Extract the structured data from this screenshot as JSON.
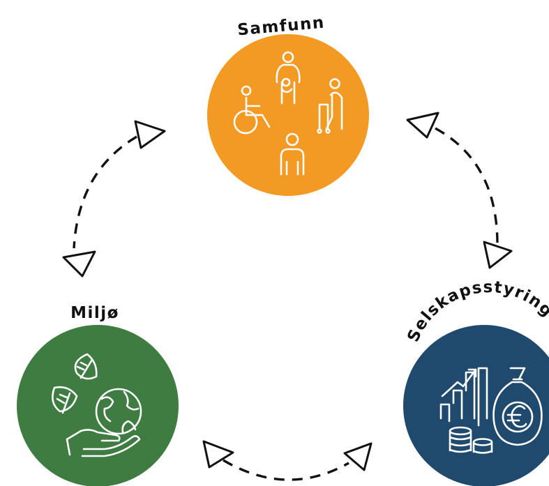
{
  "nodes": {
    "society": {
      "label": "Samfunn",
      "color": "#F39A25",
      "icon": "people-diversity-icon"
    },
    "environment": {
      "label": "Miljø",
      "color": "#3E7C42",
      "icon": "leaves-globe-hand-icon"
    },
    "governance": {
      "label": "Selskapsstyring",
      "color": "#1F4A6E",
      "icon": "finance-euro-icon"
    }
  },
  "connectors": [
    {
      "from": "society",
      "to": "environment"
    },
    {
      "from": "society",
      "to": "governance"
    },
    {
      "from": "environment",
      "to": "governance"
    }
  ]
}
